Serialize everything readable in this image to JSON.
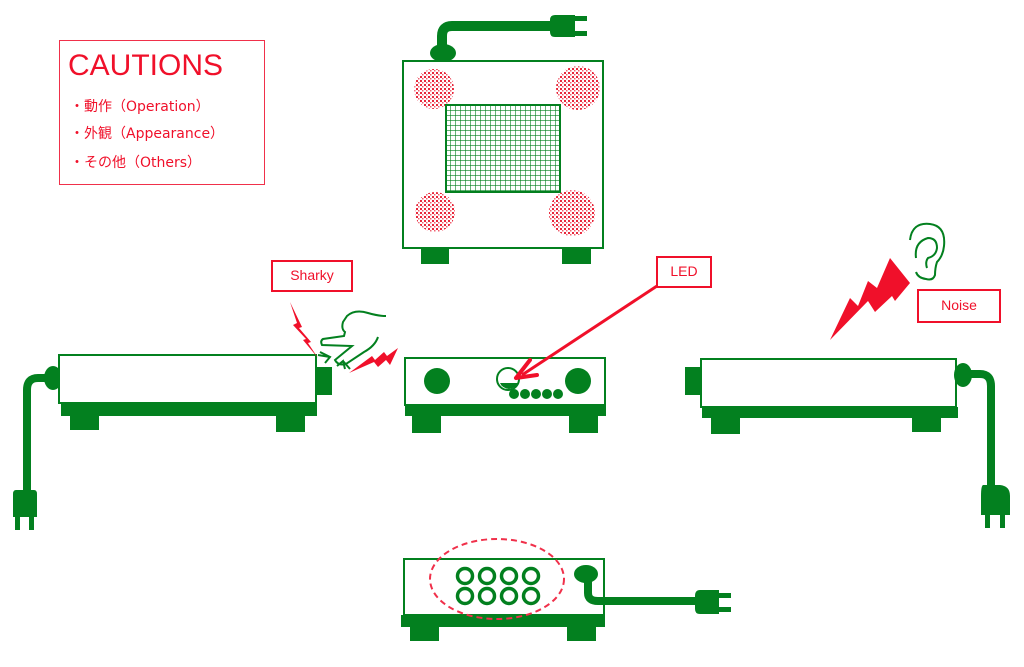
{
  "cautions": {
    "title": "CAUTIONS",
    "items": [
      "・動作（Operation）",
      "・外観（Appearance）",
      "・その他（Others）"
    ]
  },
  "labels": {
    "sharky": "Sharky",
    "led": "LED",
    "noise": "Noise"
  },
  "views": {
    "top": "top-view-with-cord-and-speakers",
    "left_side": "left-side-view",
    "front": "front-view-with-led",
    "right_side": "right-side-view",
    "rear": "rear-view-with-connectors"
  },
  "colors": {
    "device_green": "#03801f",
    "warning_red": "#f0102a",
    "background": "#ffffff"
  },
  "front_panel": {
    "indicator_dots": 5,
    "knobs": 2
  },
  "rear_panel": {
    "connector_rows": 2,
    "connector_cols": 4
  }
}
